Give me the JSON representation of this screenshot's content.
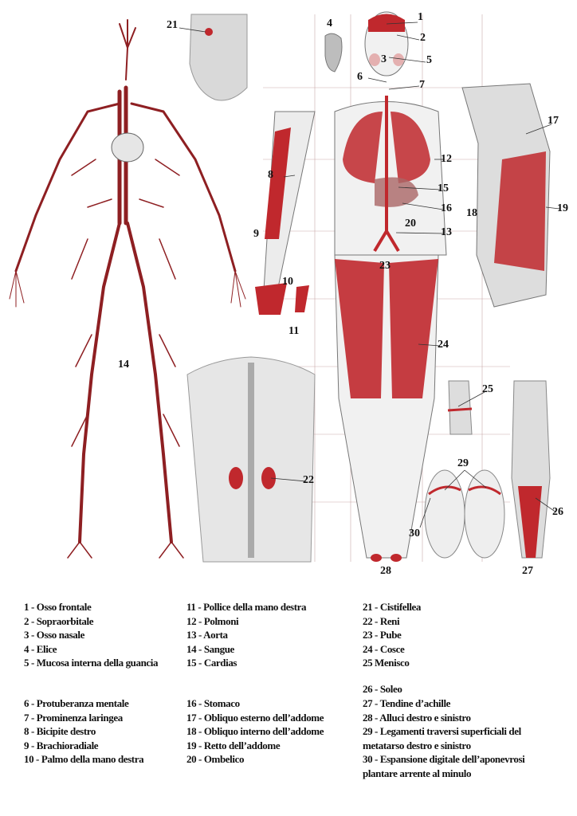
{
  "colors": {
    "accent": "#c0282d",
    "vessel": "#8e1f22",
    "outline": "#555555"
  },
  "callouts": [
    "1",
    "2",
    "3",
    "4",
    "5",
    "6",
    "7",
    "8",
    "9",
    "10",
    "11",
    "12",
    "13",
    "14",
    "15",
    "16",
    "17",
    "18",
    "19",
    "20",
    "21",
    "22",
    "23",
    "24",
    "25",
    "26",
    "27",
    "28",
    "29",
    "30"
  ],
  "legend": {
    "col1": [
      "1 - Osso frontale",
      "2 - Sopraorbitale",
      "3 - Osso nasale",
      "4 - Elice",
      "5 - Mucosa interna della guancia",
      "6 - Protuberanza mentale",
      "7 - Prominenza laringea",
      "8 - Bicipite destro",
      "9 - Brachioradiale",
      "10 - Palmo della mano destra"
    ],
    "col2": [
      "11 - Pollice della mano destra",
      "12 -  Polmoni",
      "13 -  Aorta",
      "14 - Sangue",
      "15 - Cardias",
      "16 - Stomaco",
      "17 - Obliquo esterno dell’addome",
      "18 - Obliquo interno dell’addome",
      "19 - Retto dell’addome",
      "20 - Ombelico"
    ],
    "col3": [
      "21 - Cistifellea",
      "22 - Reni",
      "23 - Pube",
      "24 - Cosce",
      "25 Menisco",
      "26 - Soleo",
      "27 - Tendine d’achille",
      "28 - Alluci destro e sinistro",
      "29 - Legamenti traversi superficiali del",
      "metatarso destro e sinistro",
      "30 - Espansione digitale dell’aponevrosi",
      "plantare arrente al minulo"
    ]
  }
}
